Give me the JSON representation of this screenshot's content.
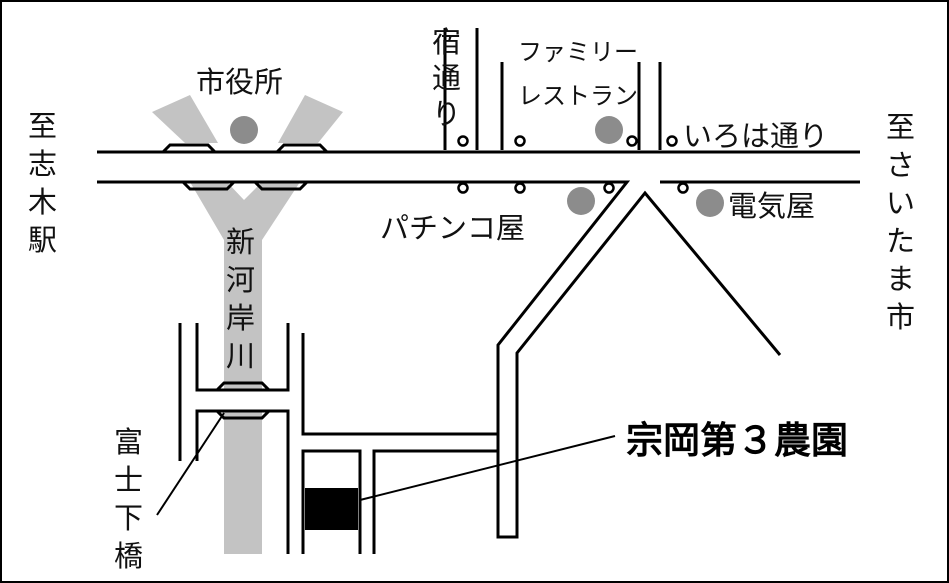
{
  "map": {
    "title_label": "宗岡第３農園",
    "colors": {
      "road": "#000000",
      "river": "#c3c3c3",
      "landmark": "#8c8c8c",
      "target": "#000000",
      "background": "#ffffff"
    },
    "labels": {
      "city_hall": "市役所",
      "shuku_dori": [
        "宿",
        "通",
        "り"
      ],
      "family_restaurant": [
        "ファミリー",
        "レストラン"
      ],
      "iroha_dori": "いろは通り",
      "to_shiki": [
        "至",
        "志",
        "木",
        "駅"
      ],
      "to_saitama": [
        "至",
        "さ",
        "い",
        "た",
        "ま",
        "市"
      ],
      "pachinko": "パチンコ屋",
      "denki": "電気屋",
      "river_name": [
        "新",
        "河",
        "岸",
        "川"
      ],
      "bridge": [
        "富",
        "士",
        "下",
        "橋"
      ]
    },
    "icons": {
      "landmark": "landmark-dot-icon",
      "corner": "corner-marker-icon"
    }
  }
}
